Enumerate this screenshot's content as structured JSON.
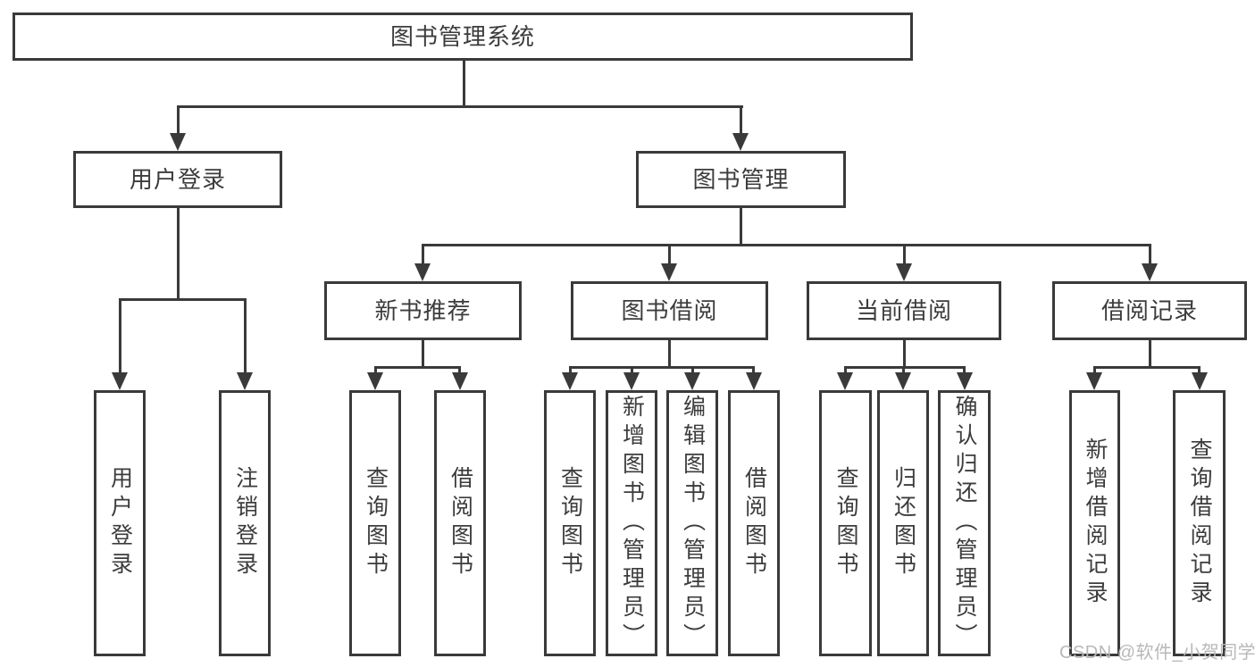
{
  "tree": {
    "label": "图书管理系统",
    "children": [
      {
        "label": "用户登录",
        "children": [
          {
            "label": "用户登录"
          },
          {
            "label": "注销登录"
          }
        ]
      },
      {
        "label": "图书管理",
        "children": [
          {
            "label": "新书推荐",
            "children": [
              {
                "label": "查询图书"
              },
              {
                "label": "借阅图书"
              }
            ]
          },
          {
            "label": "图书借阅",
            "children": [
              {
                "label": "查询图书"
              },
              {
                "label": "新增图书（管理员）"
              },
              {
                "label": "编辑图书（管理员）"
              },
              {
                "label": "借阅图书"
              }
            ]
          },
          {
            "label": "当前借阅",
            "children": [
              {
                "label": "查询图书"
              },
              {
                "label": "归还图书"
              },
              {
                "label": "确认归还（管理员）"
              }
            ]
          },
          {
            "label": "借阅记录",
            "children": [
              {
                "label": "新增借阅记录"
              },
              {
                "label": "查询借阅记录"
              }
            ]
          }
        ]
      }
    ]
  },
  "watermark": {
    "text": "CSDN @软件_小贺同学"
  },
  "colors": {
    "background": "#ffffff",
    "line": "#3a3a3a",
    "text": "#3c3c3c",
    "watermark": "#b8b8b8"
  }
}
